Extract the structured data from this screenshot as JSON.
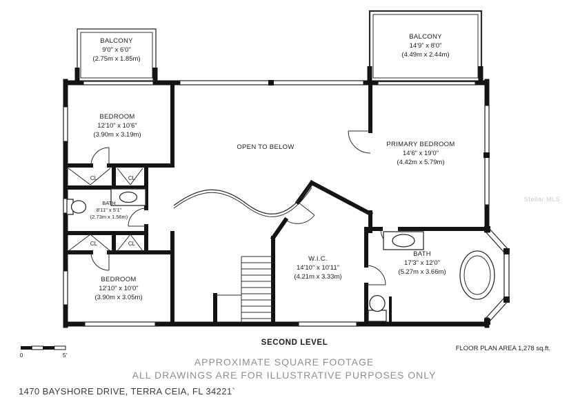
{
  "meta": {
    "level_label": "SECOND LEVEL",
    "floor_area_label": "FLOOR PLAN AREA 1,278 sq.ft.",
    "disclaimer_line1": "APPROXIMATE SQUARE FOOTAGE",
    "disclaimer_line2": "ALL DRAWINGS ARE FOR ILLUSTRATIVE PURPOSES ONLY",
    "address": "1470 BAYSHORE DRIVE, TERRA CEIA, FL 34221`",
    "watermark": "Stellar MLS"
  },
  "scale_bar": {
    "start_label": "0",
    "end_label": "5'"
  },
  "rooms": {
    "balcony_left": {
      "name": "BALCONY",
      "dims_ft": "9'0\" x 6'0\"",
      "dims_m": "(2.75m x 1.85m)"
    },
    "balcony_right": {
      "name": "BALCONY",
      "dims_ft": "14'9\" x 8'0\"",
      "dims_m": "(4.49m x 2.44m)"
    },
    "bedroom_top": {
      "name": "BEDROOM",
      "dims_ft": "12'10\" x 10'6\"",
      "dims_m": "(3.90m x 3.19m)"
    },
    "open_below": {
      "name": "OPEN TO BELOW"
    },
    "primary_bedroom": {
      "name": "PRIMARY BEDROOM",
      "dims_ft": "14'6\" x 19'0\"",
      "dims_m": "(4.42m x 5.79m)"
    },
    "bath_small": {
      "name": "BATH",
      "dims_ft": "8'11\" x 5'1\"",
      "dims_m": "(2.73m x 1.56m)"
    },
    "bedroom_bottom": {
      "name": "BEDROOM",
      "dims_ft": "12'10\" x 10'0\"",
      "dims_m": "(3.90m x 3.05m)"
    },
    "wic": {
      "name": "W.I.C.",
      "dims_ft": "14'10\" x 10'11\"",
      "dims_m": "(4.21m x 3.33m)"
    },
    "bath_large": {
      "name": "BATH",
      "dims_ft": "17'3\" x 12'0\"",
      "dims_m": "(5.27m x 3.66m)"
    },
    "closets": {
      "label": "CL"
    }
  },
  "colors": {
    "wall": "#141414",
    "thin_line": "#2a2a2a",
    "text": "#1c1c1c",
    "muted_text": "#8f8f8f",
    "watermark": "#c8c8c8"
  }
}
